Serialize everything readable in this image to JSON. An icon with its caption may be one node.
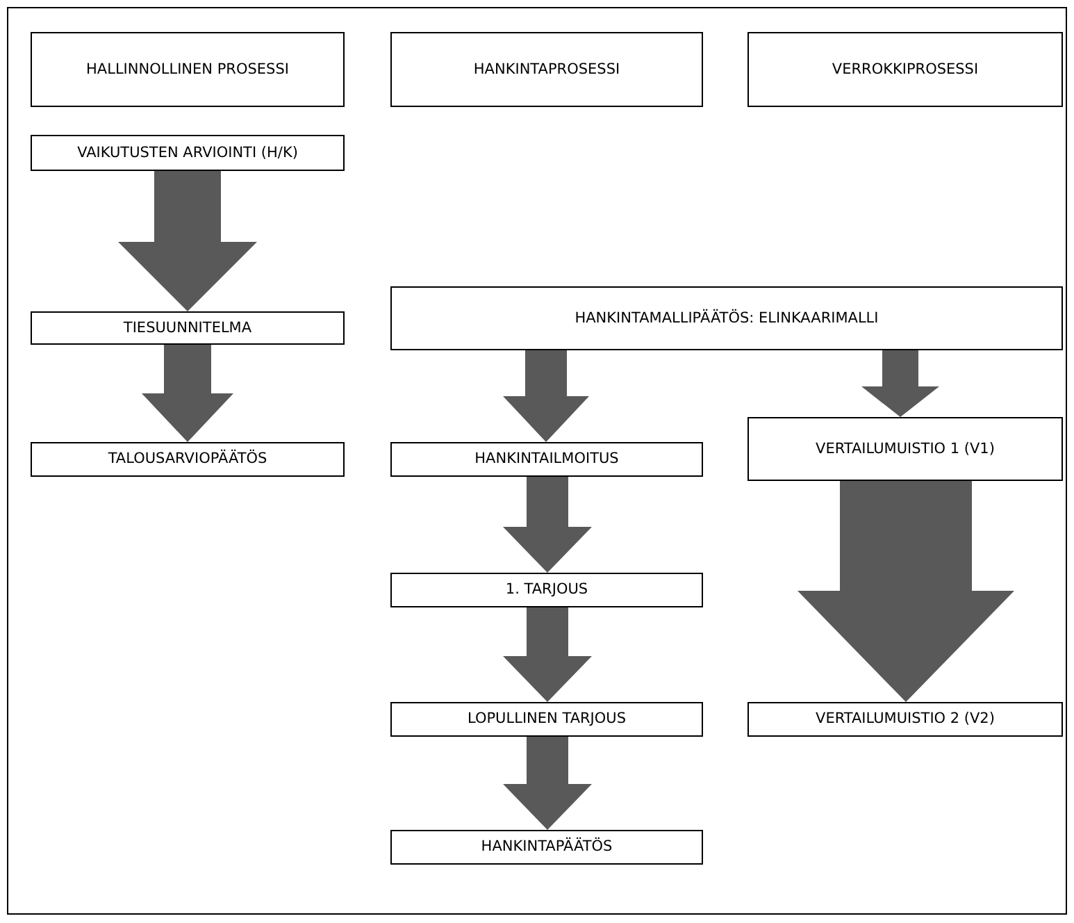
{
  "diagram": {
    "nodes": [
      {
        "text": [
          "HALLINNOLLINEN PROSESSI"
        ]
      },
      {
        "text": [
          "HANKINTAPROSESSI"
        ]
      },
      {
        "text": [
          "VERROKKIPROSESSI"
        ]
      },
      {
        "text": [
          "VAIKUTUSTEN ARVIOINTI (H/K)"
        ]
      },
      {
        "text": [
          "TIESUUNNITELMA"
        ]
      },
      {
        "text": [
          "HANKINTAMALLIPÄÄTÖS: ELINKAARIMALLI"
        ]
      },
      {
        "text": [
          "TALOUSARVIOPÄÄTÖS"
        ]
      },
      {
        "text": [
          "HANKINTAILMOITUS"
        ]
      },
      {
        "text": [
          "VERTAILUMUISTIO 1 (V1)"
        ]
      },
      {
        "text": [
          "1. TARJOUS"
        ]
      },
      {
        "text": [
          "LOPULLINEN TARJOUS"
        ]
      },
      {
        "text": [
          "VERTAILUMUISTIO 2 (V2)"
        ]
      },
      {
        "text": [
          "HANKINTAPÄÄTÖS"
        ]
      }
    ],
    "edges": [
      {
        "from": 3,
        "to": 4,
        "arrow": "to"
      },
      {
        "from": 4,
        "to": 6,
        "arrow": "to"
      },
      {
        "from": 5,
        "to": 7,
        "arrow": "to"
      },
      {
        "from": 5,
        "to": 8,
        "arrow": "to"
      },
      {
        "from": 7,
        "to": 9,
        "arrow": "to"
      },
      {
        "from": 9,
        "to": 10,
        "arrow": "to"
      },
      {
        "from": 10,
        "to": 12,
        "arrow": "to"
      },
      {
        "from": 8,
        "to": 11,
        "arrow": "to"
      }
    ]
  }
}
